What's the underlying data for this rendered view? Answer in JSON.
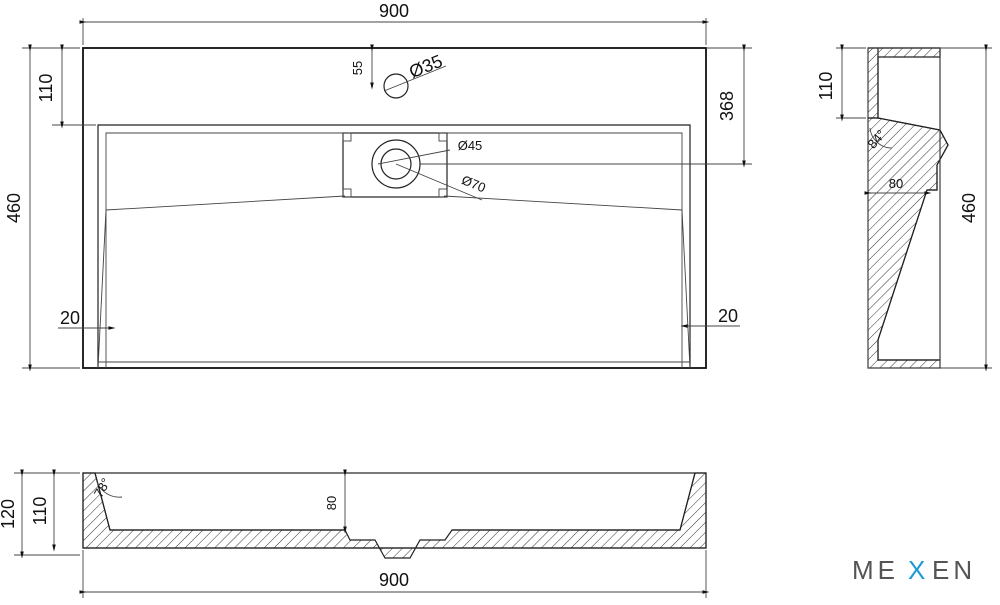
{
  "dimensions": {
    "top_width": "900",
    "left_height": "460",
    "offset_110": "110",
    "tap_offset": "55",
    "tap_hole": "Ø35",
    "right_368": "368",
    "drain_45": "Ø45",
    "drain_70": "Ø70",
    "left_20": "20",
    "right_20": "20",
    "side_110": "110",
    "side_angle": "84°",
    "side_80": "80",
    "side_460": "460",
    "bottom_120": "120",
    "bottom_110": "110",
    "bottom_angle": "78°",
    "bottom_80": "80",
    "bottom_900": "900"
  },
  "logo": {
    "part1": "ME",
    "part2": "X",
    "part3": "EN",
    "color_main": "#555555",
    "color_accent": "#1a9ad6"
  }
}
